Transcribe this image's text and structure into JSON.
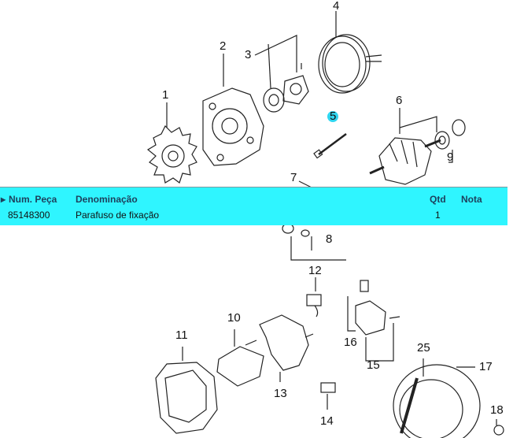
{
  "callouts": {
    "c1": "1",
    "c2": "2",
    "c3": "3",
    "c4": "4",
    "c5": "5",
    "c6": "6",
    "c7": "7",
    "c8": "8",
    "c9": "9",
    "c10": "10",
    "c11": "11",
    "c12": "12",
    "c13": "13",
    "c14": "14",
    "c15": "15",
    "c16": "16",
    "c17": "17",
    "c18": "18",
    "c25": "25"
  },
  "tooltip": {
    "headers": {
      "arrow": "▸",
      "num": "Num. Peça",
      "den": "Denominação",
      "qtd": "Qtd",
      "nota": "Nota"
    },
    "row": {
      "num": "85148300",
      "den": "Parafuso de fixação",
      "qtd": "1",
      "nota": ""
    }
  },
  "colors": {
    "tooltip_bg": "#2ff5ff",
    "hotspot": "#2fd6f0",
    "header_text": "#1d3f5c"
  }
}
